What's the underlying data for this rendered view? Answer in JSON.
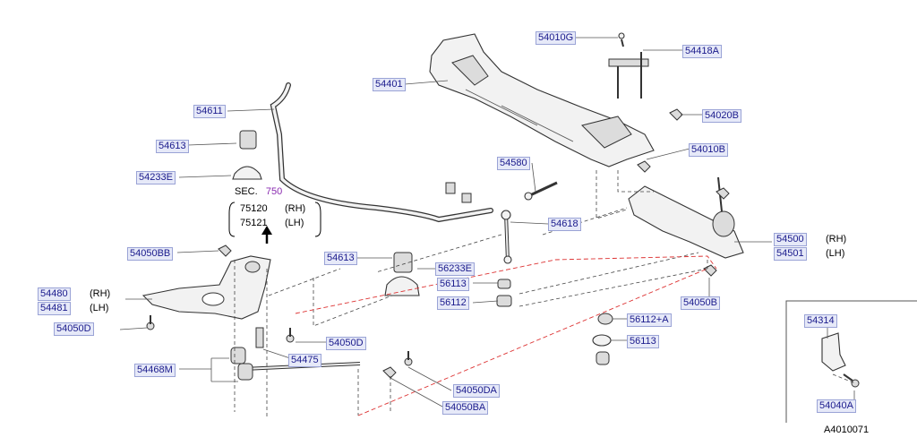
{
  "labels": {
    "p54010G": "54010G",
    "p54418A": "54418A",
    "p54401": "54401",
    "p54020B": "54020B",
    "p54611": "54611",
    "p54010B": "54010B",
    "p54613a": "54613",
    "p54580": "54580",
    "p54233Ea": "54233E",
    "p54618": "54618",
    "p54500": "54500",
    "p54501": "54501",
    "p54050BB": "54050BB",
    "p54613b": "54613",
    "p56233E": "56233E",
    "p56113a": "56113",
    "p56112": "56112",
    "p54050B": "54050B",
    "p54480": "54480",
    "p54481": "54481",
    "p56112A": "56112+A",
    "p54314": "54314",
    "p54050D": "54050D",
    "p56113b": "56113",
    "p54050Db": "54050D",
    "p54475": "54475",
    "p54468M": "54468M",
    "p54050DA": "54050DA",
    "p54040A": "54040A",
    "p54050BA": "54050BA"
  },
  "side": {
    "rh": "(RH)",
    "lh": "(LH)"
  },
  "sec": {
    "prefix": "SEC.",
    "number": "750",
    "part1": "75120",
    "part2": "75121"
  },
  "figure_id": "A4010071"
}
